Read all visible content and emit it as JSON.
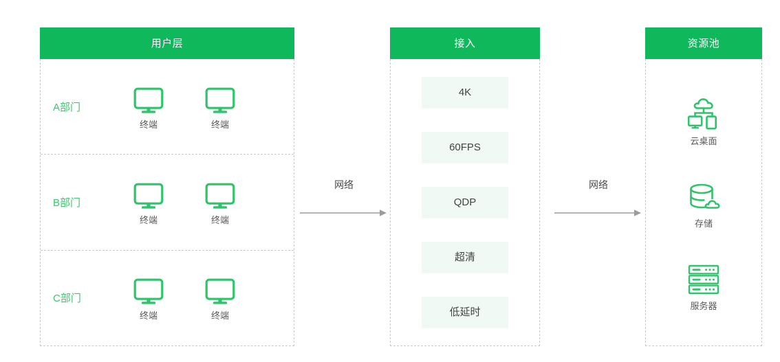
{
  "diagram": {
    "title": "",
    "colors": {
      "header_green": "#0fb95b",
      "icon_green": "#2ec46a",
      "dept_label_green": "#3bc76a",
      "tag_background": "#f0f9f3",
      "dashed_border": "#c9c9c9",
      "arrow_gray": "#9b9b9b",
      "caption_gray": "#595959"
    }
  },
  "user_layer": {
    "header": "用户层",
    "departments": [
      {
        "label": "A部门",
        "terminals": [
          {
            "icon": "monitor-icon",
            "caption": "终端"
          },
          {
            "icon": "monitor-icon",
            "caption": "终端"
          }
        ]
      },
      {
        "label": "B部门",
        "terminals": [
          {
            "icon": "monitor-icon",
            "caption": "终端"
          },
          {
            "icon": "monitor-icon",
            "caption": "终端"
          }
        ]
      },
      {
        "label": "C部门",
        "terminals": [
          {
            "icon": "monitor-icon",
            "caption": "终端"
          },
          {
            "icon": "monitor-icon",
            "caption": "终端"
          }
        ]
      }
    ]
  },
  "access_layer": {
    "header": "接入",
    "features": [
      {
        "label": "4K"
      },
      {
        "label": "60FPS"
      },
      {
        "label": "QDP"
      },
      {
        "label": "超清"
      },
      {
        "label": "低延时"
      }
    ]
  },
  "resource_pool": {
    "header": "资源池",
    "items": [
      {
        "icon": "cloud-desktop-icon",
        "caption": "云桌面"
      },
      {
        "icon": "cloud-storage-icon",
        "caption": "存储"
      },
      {
        "icon": "server-rack-icon",
        "caption": "服务器"
      }
    ]
  },
  "connectors": [
    {
      "label": "网络",
      "icon": "arrow-right-icon"
    },
    {
      "label": "网络",
      "icon": "arrow-right-icon"
    }
  ]
}
